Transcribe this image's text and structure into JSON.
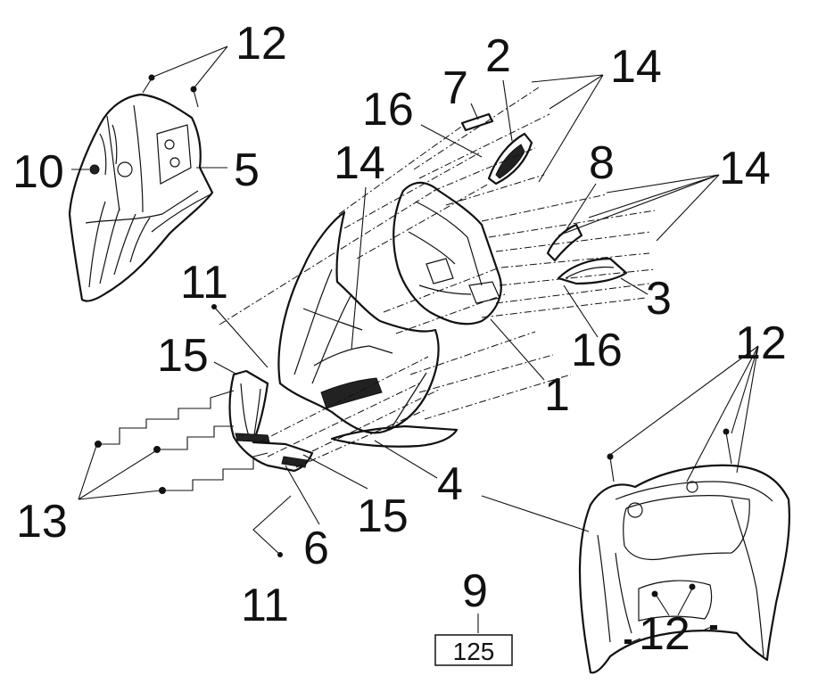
{
  "diagram": {
    "callouts": [
      {
        "id": "c12a",
        "text": "12"
      },
      {
        "id": "c10",
        "text": "10"
      },
      {
        "id": "c5",
        "text": "5"
      },
      {
        "id": "c7",
        "text": "7"
      },
      {
        "id": "c2",
        "text": "2"
      },
      {
        "id": "c14a",
        "text": "14"
      },
      {
        "id": "c16a",
        "text": "16"
      },
      {
        "id": "c14b",
        "text": "14"
      },
      {
        "id": "c8",
        "text": "8"
      },
      {
        "id": "c14c",
        "text": "14"
      },
      {
        "id": "c11a",
        "text": "11"
      },
      {
        "id": "c3",
        "text": "3"
      },
      {
        "id": "c15a",
        "text": "15"
      },
      {
        "id": "c16b",
        "text": "16"
      },
      {
        "id": "c1",
        "text": "1"
      },
      {
        "id": "c12b",
        "text": "12"
      },
      {
        "id": "c4",
        "text": "4"
      },
      {
        "id": "c13",
        "text": "13"
      },
      {
        "id": "c15b",
        "text": "15"
      },
      {
        "id": "c6",
        "text": "6"
      },
      {
        "id": "c11b",
        "text": "11"
      },
      {
        "id": "c9",
        "text": "9"
      },
      {
        "id": "c12c",
        "text": "12"
      }
    ],
    "variant_box": {
      "text": "125"
    }
  }
}
